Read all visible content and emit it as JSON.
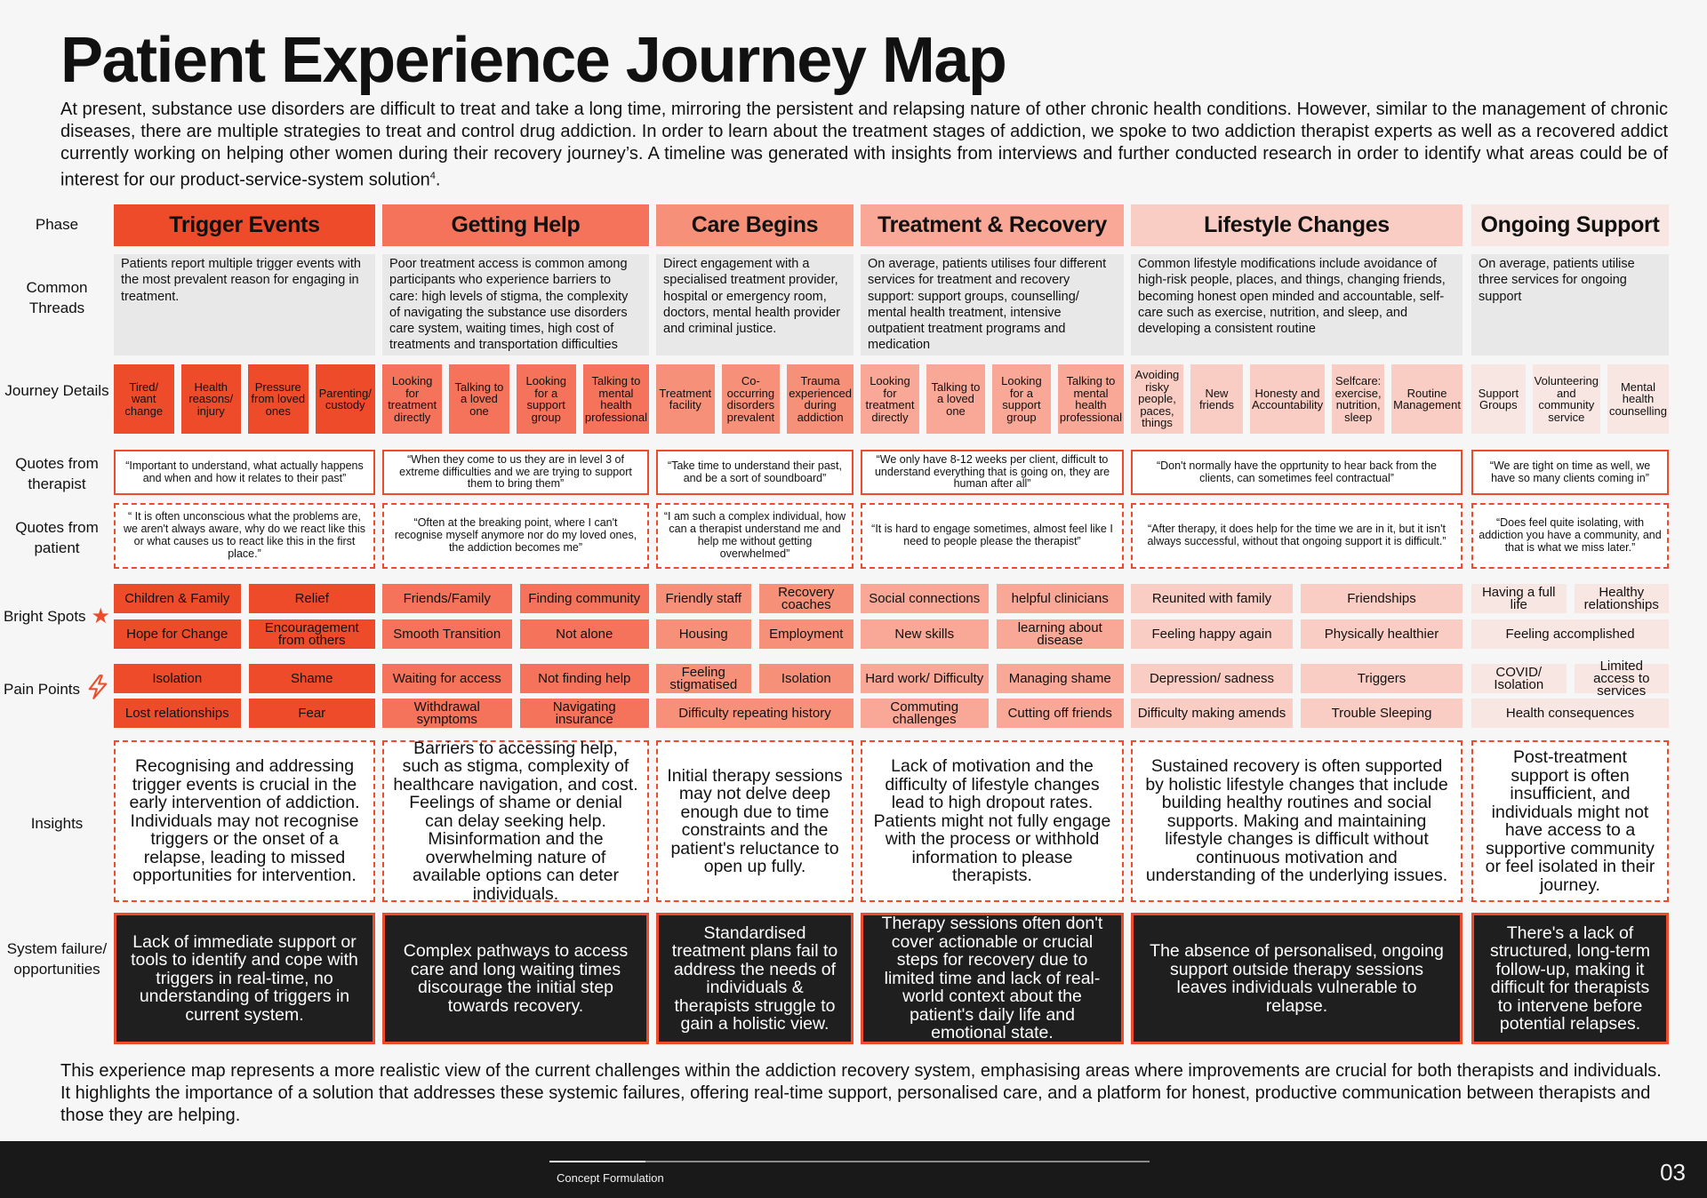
{
  "title": "Patient Experience Journey Map",
  "intro": "At present, substance use disorders are difficult to treat and take a long time, mirroring the persistent and relapsing nature of other chronic health conditions. However, similar to the management of chronic diseases, there are multiple strategies to treat and control drug addiction. In order to learn about the treatment stages of addiction, we spoke to two addiction therapist experts as well as a recovered addict currently working on helping other women during their recovery journey’s. A timeline was generated with insights from interviews and further conducted research in order to identify what areas could be of interest for our product-service-system solution",
  "intro_footnote": "4",
  "intro_end": ".",
  "row_labels": {
    "phase": "Phase",
    "common_threads": "Common Threads",
    "journey_details": "Journey Details",
    "quotes_therapist": "Quotes from therapist",
    "quotes_patient": "Quotes from patient",
    "bright_spots": "Bright Spots",
    "pain_points": "Pain Points",
    "insights": "Insights",
    "system_failure": "System failure/ opportunities"
  },
  "icons": {
    "bright_spots": "star-icon",
    "pain_points": "lightning-icon"
  },
  "colors": {
    "accent": "#ee4b2b",
    "dark_panel": "#1f1f1f"
  },
  "phases": [
    {
      "name": "Trigger Events",
      "color": "#ee4b2b",
      "tag_color": "#ee4b2b",
      "threads": "Patients report multiple trigger events with the most prevalent reason for engaging in treatment.",
      "details": [
        "Tired/ want change",
        "Health reasons/ injury",
        "Pressure from loved ones",
        "Parenting/ custody"
      ],
      "quote_therapist": "“Important to understand, what actually happens and when and how it relates to their past”",
      "quote_patient": "“ It is often unconscious what the problems are, we aren't always aware, why do we react like this or what causes us to react like this in the first place.”",
      "bright": [
        [
          "Children & Family",
          "Relief"
        ],
        [
          "Hope for Change",
          "Encouragement from others"
        ]
      ],
      "pain": [
        [
          "Isolation",
          "Shame"
        ],
        [
          "Lost relationships",
          "Fear"
        ]
      ],
      "insight": "Recognising and addressing trigger events is crucial in the early intervention of addiction. Individuals may not recognise triggers or the onset of a relapse, leading to missed opportunities for intervention.",
      "system": "Lack of immediate support or tools to identify and cope with triggers in real-time, no understanding of triggers in current system."
    },
    {
      "name": "Getting Help",
      "color": "#f4735a",
      "tag_color": "#f4735a",
      "threads": "Poor treatment access is common among participants who experience barriers to care: high levels of stigma, the complexity of navigating the substance use disorders care system, waiting times, high cost of treatments and transportation difficulties",
      "details": [
        "Looking for treatment directly",
        "Talking to a loved one",
        "Looking for a support group",
        "Talking to mental health professional"
      ],
      "quote_therapist": "“When they come to us they are in level 3 of extreme difficulties and we are trying to support them to bring them”",
      "quote_patient": "“Often at the breaking point, where I can't recognise myself anymore nor do my loved ones, the addiction becomes me”",
      "bright": [
        [
          "Friends/Family",
          "Finding community"
        ],
        [
          "Smooth Transition",
          "Not alone"
        ]
      ],
      "pain": [
        [
          "Waiting for access",
          "Not finding help"
        ],
        [
          "Withdrawal symptoms",
          "Navigating insurance"
        ]
      ],
      "insight": "Barriers to accessing help, such as stigma, complexity of healthcare navigation, and cost. Feelings of shame or denial can delay seeking help. Misinformation and the overwhelming nature of available options can deter individuals.",
      "system": "Complex pathways to access care and long waiting times discourage the initial step towards recovery."
    },
    {
      "name": "Care Begins",
      "color": "#f79079",
      "tag_color": "#f79079",
      "threads": "Direct engagement with a specialised treatment provider, hospital or emergency room, doctors, mental health provider and criminal justice.",
      "details": [
        "Treatment facility",
        "Co-occurring disorders prevalent",
        "Trauma experienced during addiction"
      ],
      "quote_therapist": "“Take time to understand their past, and be a sort of soundboard”",
      "quote_patient": "“I am such a complex individual, how can a therapist understand me and help me without getting overwhelmed”",
      "bright": [
        [
          "Friendly staff",
          "Recovery coaches"
        ],
        [
          "Housing",
          "Employment"
        ]
      ],
      "pain": [
        [
          "Feeling stigmatised",
          "Isolation"
        ],
        [
          "Difficulty repeating history"
        ]
      ],
      "insight": "Initial therapy sessions may not delve deep enough due to time constraints and the patient's reluctance to open up fully.",
      "system": "Standardised treatment plans fail to address the needs of individuals & therapists struggle to gain a holistic view."
    },
    {
      "name": "Treatment & Recovery",
      "color": "#f9a796",
      "tag_color": "#f9a796",
      "threads": "On average, patients utilises four different services for treatment and recovery support: support groups, counselling/ mental health treatment, intensive outpatient treatment programs and medication",
      "details": [
        "Looking for treatment directly",
        "Talking to a loved one",
        "Looking for a support group",
        "Talking to mental health professional"
      ],
      "quote_therapist": "“We only have 8-12 weeks per client, difficult to understand everything that is going on, they are human after all”",
      "quote_patient": "“It is hard to engage sometimes, almost feel like I need to people please the therapist”",
      "bright": [
        [
          "Social connections",
          "helpful clinicians"
        ],
        [
          "New skills",
          "learning about disease"
        ]
      ],
      "pain": [
        [
          "Hard work/ Difficulty",
          "Managing shame"
        ],
        [
          "Commuting challenges",
          "Cutting off friends"
        ]
      ],
      "insight": "Lack of motivation and the difficulty of lifestyle changes lead to high dropout rates. Patients might not fully engage with the process or withhold information to please therapists.",
      "system": "Therapy sessions often don't cover actionable or crucial steps for recovery due to limited time and lack of real-world context about the patient's daily life and emotional state."
    },
    {
      "name": "Lifestyle Changes",
      "color": "#f9cdc3",
      "tag_color": "#f9cdc3",
      "threads": "Common lifestyle modifications include avoidance of high-risk people, places, and things, changing friends, becoming honest open minded and accountable, self-care such as exercise, nutrition, and sleep, and developing a consistent routine",
      "details": [
        "Avoiding risky people, paces, things",
        "New friends",
        "Honesty and Accountability",
        "Selfcare: exercise, nutrition, sleep",
        "Routine Management"
      ],
      "quote_therapist": "“Don't normally have the opprtunity to hear back from the clients, can sometimes feel contractual”",
      "quote_patient": "“After therapy, it does help for the time we are in it, but it isn't always successful, without that ongoing support it is difficult.”",
      "bright": [
        [
          "Reunited with family",
          "Friendships"
        ],
        [
          "Feeling happy again",
          "Physically healthier"
        ]
      ],
      "pain": [
        [
          "Depression/ sadness",
          "Triggers"
        ],
        [
          "Difficulty making amends",
          "Trouble Sleeping"
        ]
      ],
      "insight": "Sustained recovery is often supported by holistic lifestyle changes that include building healthy routines and social supports. Making and maintaining lifestyle changes is difficult without continuous motivation and understanding of the underlying issues.",
      "system": "The absence of personalised, ongoing support outside therapy sessions leaves individuals vulnerable to relapse."
    },
    {
      "name": "Ongoing Support",
      "color": "#f8e6e2",
      "tag_color": "#f8e6e2",
      "threads": "On average, patients utilise three services for ongoing support",
      "details": [
        "Support Groups",
        "Volunteering and community service",
        "Mental health counselling"
      ],
      "quote_therapist": "“We are tight on time as well, we have so many clients coming in”",
      "quote_patient": "“Does feel quite isolating, with addiction you have a community, and that is what we miss later.”",
      "bright": [
        [
          "Having a full life",
          "Healthy relationships"
        ],
        [
          "Feeling accomplished"
        ]
      ],
      "pain": [
        [
          "COVID/ Isolation",
          "Limited access to services"
        ],
        [
          "Health consequences"
        ]
      ],
      "insight": "Post-treatment support is often insufficient, and individuals might not have access to a supportive community or feel isolated in their journey.",
      "system": "There's a lack of structured, long-term follow-up, making it difficult for therapists to intervene before potential relapses."
    }
  ],
  "outro": "This experience map represents a more realistic view of the current challenges within the addiction recovery system, emphasising areas where improvements are crucial for both therapists and individuals. It highlights the importance of a solution that addresses these systemic failures, offering real-time support, personalised care, and a platform for honest, productive communication between therapists and those they are helping.",
  "footer": {
    "section": "Concept Formulation",
    "page": "03"
  }
}
